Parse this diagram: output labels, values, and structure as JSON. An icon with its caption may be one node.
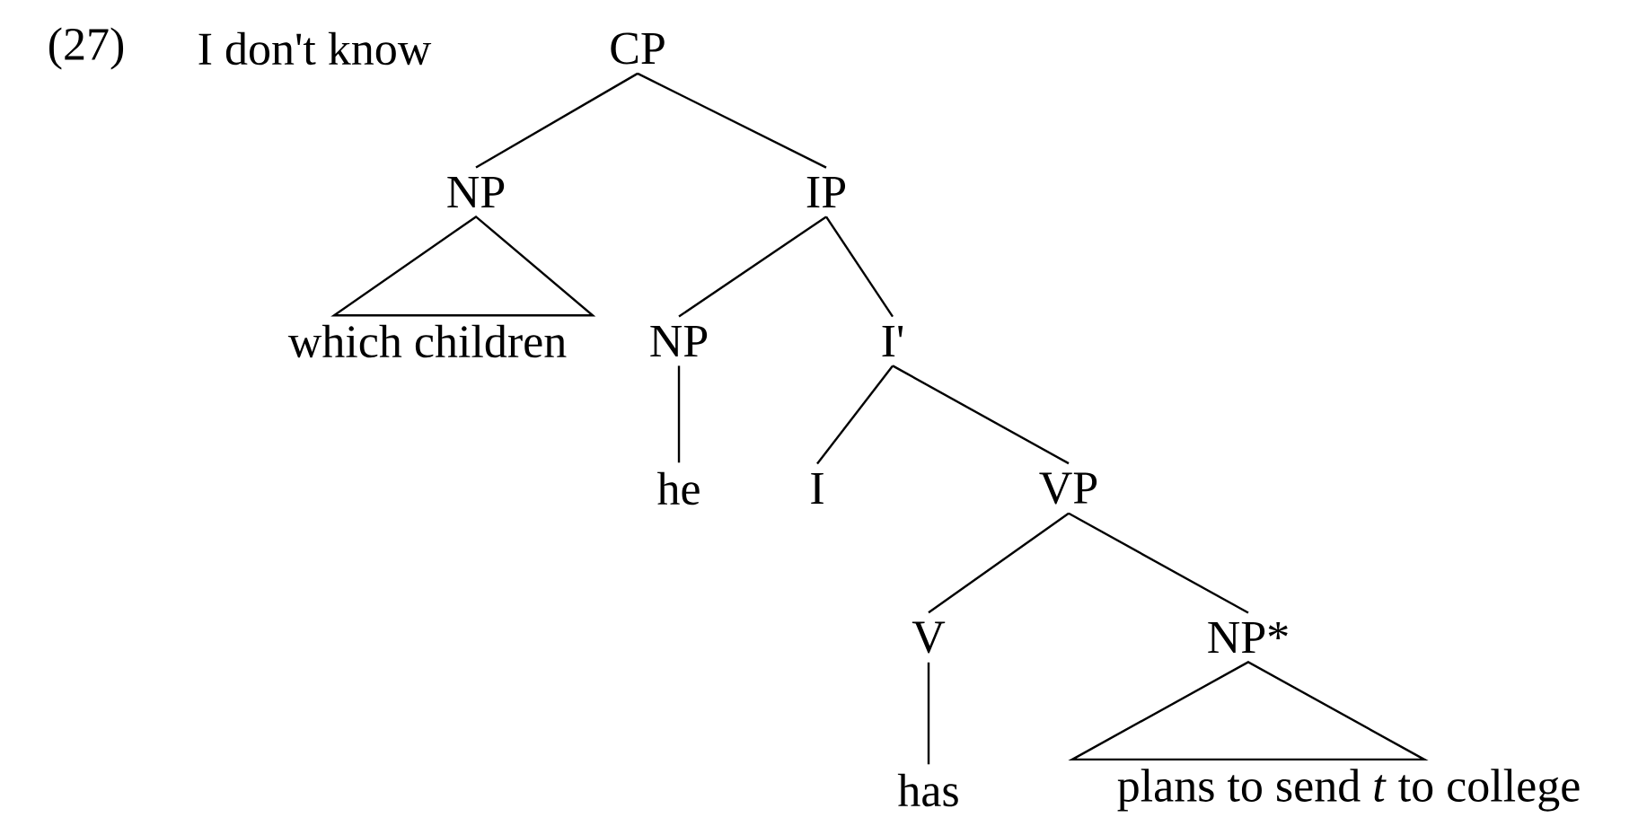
{
  "diagram": {
    "nodes": [
      {
        "text": [
          "CP"
        ]
      },
      {
        "text": [
          "NP"
        ]
      },
      {
        "text": [
          "IP"
        ]
      },
      {
        "text": [
          "which children"
        ]
      },
      {
        "text": [
          "NP"
        ]
      },
      {
        "text": [
          "I'"
        ]
      },
      {
        "text": [
          "he"
        ]
      },
      {
        "text": [
          "I"
        ]
      },
      {
        "text": [
          "VP"
        ]
      },
      {
        "text": [
          "V"
        ]
      },
      {
        "text": [
          "NP*"
        ]
      },
      {
        "text": [
          "has"
        ]
      },
      {
        "text": [
          "plans to send *t* to college"
        ]
      }
    ],
    "edges": [
      {
        "from": 0,
        "to": 1,
        "arrow": "none"
      },
      {
        "from": 0,
        "to": 2,
        "arrow": "none"
      },
      {
        "from": 1,
        "to": 3,
        "arrow": "none"
      },
      {
        "from": 2,
        "to": 4,
        "arrow": "none"
      },
      {
        "from": 2,
        "to": 5,
        "arrow": "none"
      },
      {
        "from": 4,
        "to": 6,
        "arrow": "none"
      },
      {
        "from": 5,
        "to": 7,
        "arrow": "none"
      },
      {
        "from": 5,
        "to": 8,
        "arrow": "none"
      },
      {
        "from": 8,
        "to": 9,
        "arrow": "none"
      },
      {
        "from": 8,
        "to": 10,
        "arrow": "none"
      },
      {
        "from": 9,
        "to": 11,
        "arrow": "none"
      },
      {
        "from": 10,
        "to": 12,
        "arrow": "none"
      }
    ],
    "labels": [
      "(27)",
      "I don't know"
    ]
  }
}
